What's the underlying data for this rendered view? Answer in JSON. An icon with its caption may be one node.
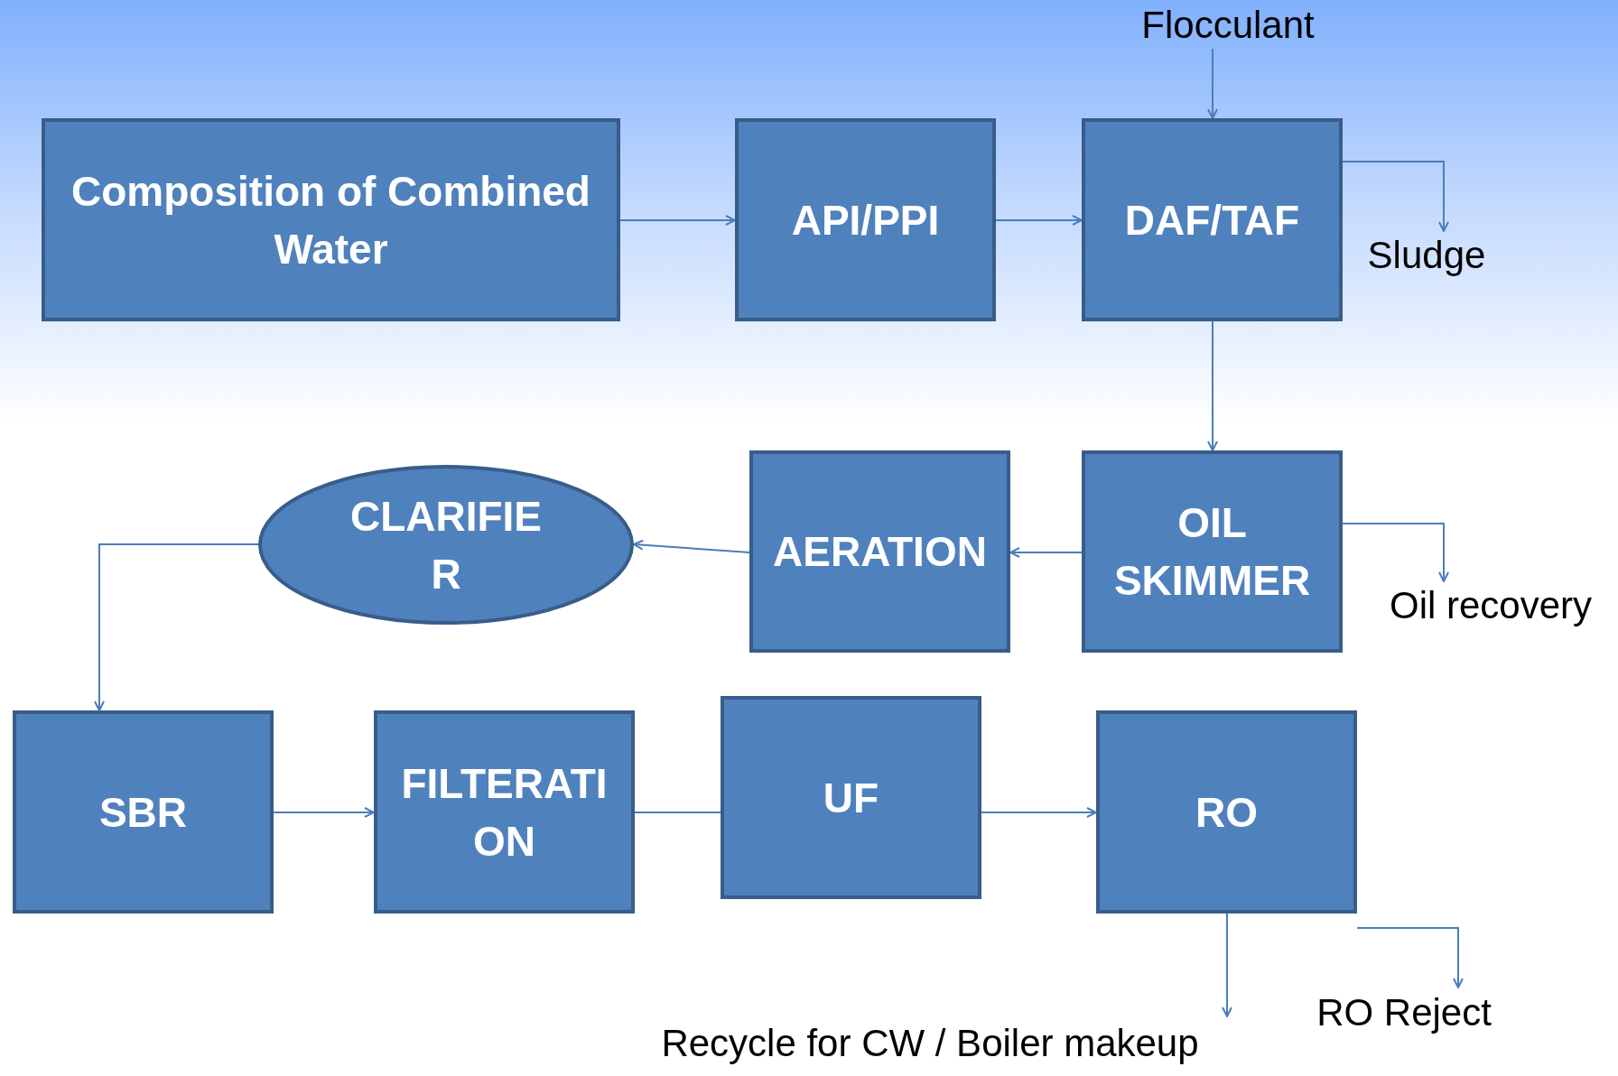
{
  "diagram": {
    "nodes": [
      {
        "text": [
          "Composition of Combined Water"
        ]
      },
      {
        "text": [
          "API/PPI"
        ]
      },
      {
        "text": [
          "DAF/TAF"
        ]
      },
      {
        "text": [
          "Flocculant"
        ]
      },
      {
        "text": [
          "Sludge"
        ]
      },
      {
        "text": [
          "OIL SKIMMER"
        ]
      },
      {
        "text": [
          "AERATION"
        ]
      },
      {
        "text": [
          "CLARIFIER"
        ]
      },
      {
        "text": [
          "Oil recovery"
        ]
      },
      {
        "text": [
          "SBR"
        ]
      },
      {
        "text": [
          "FILTERATION"
        ]
      },
      {
        "text": [
          "UF"
        ]
      },
      {
        "text": [
          "RO"
        ]
      },
      {
        "text": [
          "Recycle for CW / Boiler makeup"
        ]
      },
      {
        "text": [
          "RO Reject"
        ]
      }
    ],
    "edges": [
      {
        "from": 0,
        "to": 1,
        "arrow": "to"
      },
      {
        "from": 1,
        "to": 2,
        "arrow": "to"
      },
      {
        "from": 3,
        "to": 2,
        "arrow": "to"
      },
      {
        "from": 2,
        "to": 4,
        "arrow": "to"
      },
      {
        "from": 2,
        "to": 5,
        "arrow": "to"
      },
      {
        "from": 5,
        "to": 8,
        "arrow": "to"
      },
      {
        "from": 5,
        "to": 6,
        "arrow": "to"
      },
      {
        "from": 6,
        "to": 7,
        "arrow": "to"
      },
      {
        "from": 7,
        "to": 9,
        "arrow": "to"
      },
      {
        "from": 9,
        "to": 10,
        "arrow": "to"
      },
      {
        "from": 10,
        "to": 11,
        "arrow": "none"
      },
      {
        "from": 11,
        "to": 12,
        "arrow": "to"
      },
      {
        "from": 12,
        "to": 13,
        "arrow": "to"
      },
      {
        "from": 12,
        "to": 14,
        "arrow": "to"
      }
    ]
  }
}
